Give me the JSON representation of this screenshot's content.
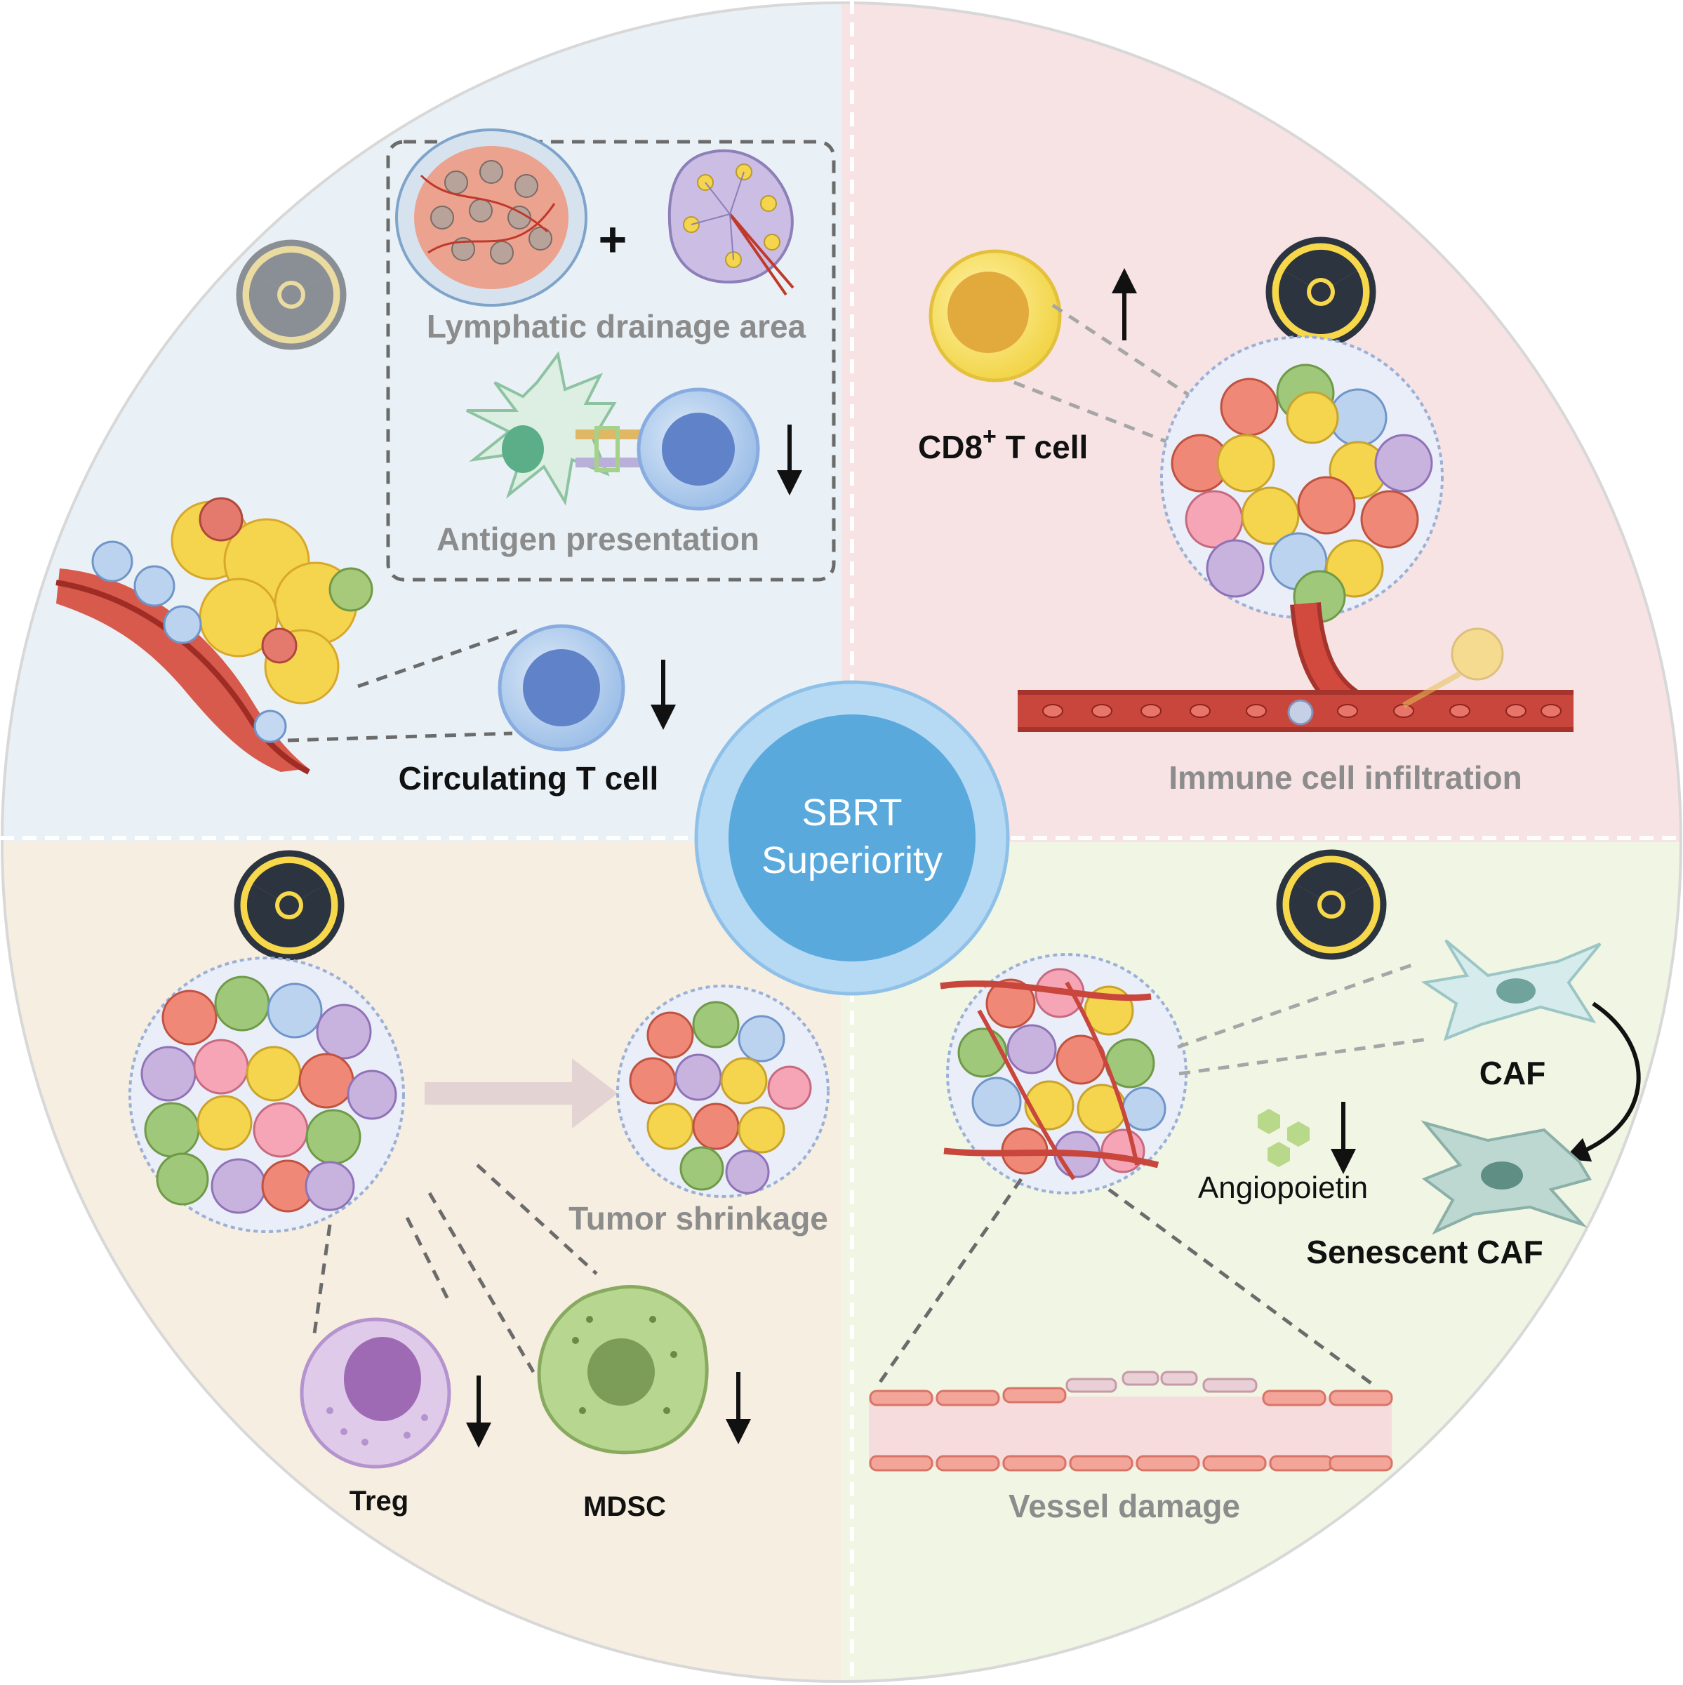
{
  "center": {
    "line1": "SBRT",
    "line2": "Superiority"
  },
  "quadrant_tl": {
    "lymphatic_label": "Lymphatic drainage area",
    "antigen_label": "Antigen presentation",
    "circulating_label": "Circulating T cell",
    "plus_sign": "+"
  },
  "quadrant_tr": {
    "cd8_label": "CD8",
    "cd8_sup": "+",
    "cd8_suffix": " T cell",
    "infiltration_label": "Immune cell infiltration"
  },
  "quadrant_bl": {
    "shrinkage_label": "Tumor shrinkage",
    "treg_label": "Treg",
    "mdsc_label": "MDSC"
  },
  "quadrant_br": {
    "caf_label": "CAF",
    "senescent_label": "Senescent CAF",
    "angiopoietin_label": "Angiopoietin",
    "vessel_label": "Vessel damage"
  },
  "colors": {
    "tl_bg": "#e9f1f6",
    "tr_bg": "#f7e3e4",
    "bl_bg": "#f6eee0",
    "br_bg": "#f1f5e3",
    "center_outer": "#a9d2f1",
    "center_inner": "#5aa9dc",
    "radiation_yellow": "#f7d84a",
    "radiation_dark": "#2c3440",
    "vessel_red": "#c8463c"
  }
}
